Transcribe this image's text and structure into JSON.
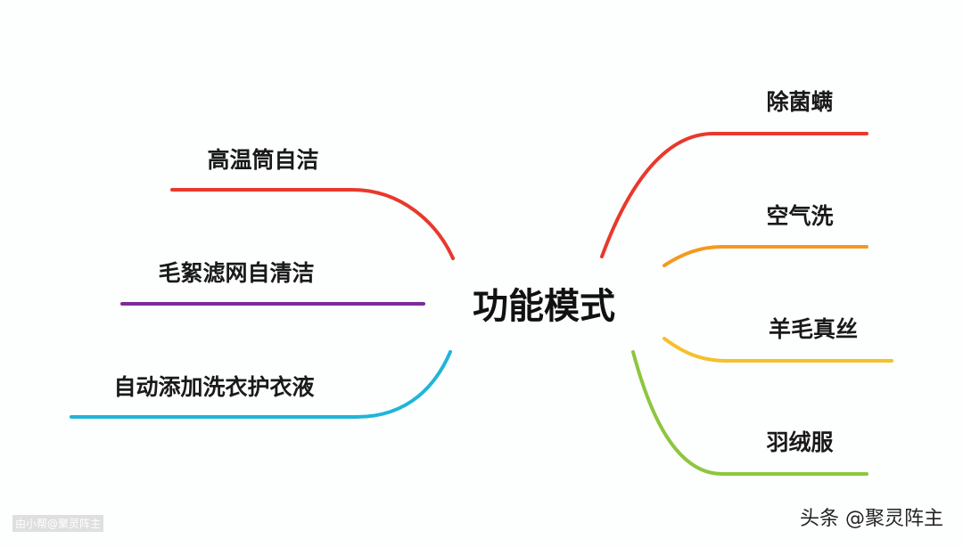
{
  "center": "功能模式",
  "left_branches": [
    {
      "label": "高温筒自洁",
      "color": "#e8392c"
    },
    {
      "label": "毛絮滤网自清洁",
      "color": "#7b2c9c"
    },
    {
      "label": "自动添加洗衣护衣液",
      "color": "#1fb5d8"
    }
  ],
  "right_branches": [
    {
      "label": "除菌螨",
      "color": "#e8392c"
    },
    {
      "label": "空气洗",
      "color": "#f39a1e"
    },
    {
      "label": "羊毛真丝",
      "color": "#f6c02a"
    },
    {
      "label": "羽绒服",
      "color": "#8dc63f"
    }
  ],
  "watermark": "头条 @聚灵阵主",
  "watermark_small": "由小帮@聚灵阵主"
}
